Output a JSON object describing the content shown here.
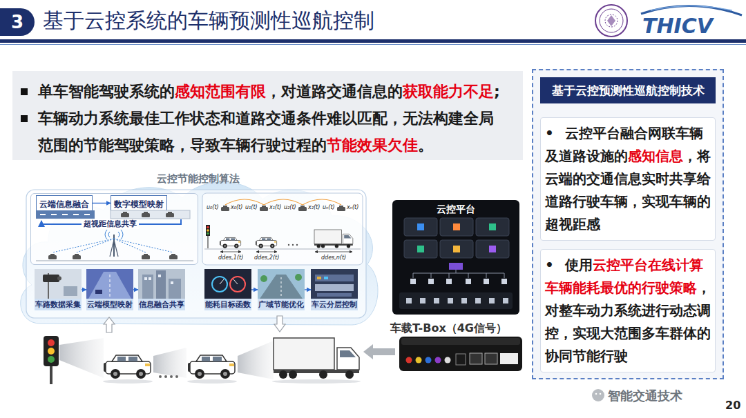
{
  "diagram": {
    "title": "基于云控系统的车辆预测性巡航控制",
    "nodes": [
      {
        "text": [
          "3"
        ]
      },
      {
        "text": [
          "单车智能驾驶系统的",
          "感知范围有限",
          "，对道路交通信息的",
          "获取能力不足",
          ";",
          "车辆动力系统最佳工作状态和道路交通条件难以匹配，无法构建全局范围的节能驾驶策略，导致车辆行驶过程的",
          "节能效果欠佳",
          "。"
        ]
      },
      {
        "text": [
          "基于云控预测性巡航控制技术"
        ]
      },
      {
        "text": [
          "•",
          "云控平台融合网联车辆及道路设施的",
          "感知信息",
          "，将云端的交通信息实时共享给道路行驶车辆，实现车辆的超视距感"
        ],
        "in": 2
      },
      {
        "text": [
          "•",
          "使用",
          "云控平台在线计算车辆能耗最优的行驶策略",
          "，对整车动力系统进行动态调控，实现大范围多车群体的协同节能行驶"
        ],
        "in": 2
      },
      {
        "text": [
          "云控节能控制算法"
        ]
      },
      {
        "text": [
          "超视距信息共享"
        ],
        "in": 5
      },
      {
        "text": [
          "云端信息融合"
        ],
        "in": 6
      },
      {
        "text": [
          "数字模型映射"
        ],
        "in": 6
      },
      {
        "text": [
          "车路数据采集"
        ],
        "in": 5
      },
      {
        "text": [
          "云端模型映射"
        ],
        "in": 5
      },
      {
        "text": [
          "信息融合共享"
        ],
        "in": 5
      },
      {
        "text": [
          "能耗目标函数"
        ],
        "in": 5
      },
      {
        "text": [
          "广域节能优化"
        ],
        "in": 5
      },
      {
        "text": [
          "车云分层控制"
        ],
        "in": 5
      },
      {
        "text": [
          "云控平台"
        ]
      },
      {
        "text": [
          "车载T-Box（4G信号）"
        ]
      }
    ],
    "edges": [
      {
        "from": 7,
        "to": 8,
        "arrow": "to"
      },
      {
        "from": 9,
        "to": 10,
        "arrow": "to"
      },
      {
        "from": 10,
        "to": 11,
        "arrow": "to"
      },
      {
        "from": 12,
        "to": 13,
        "arrow": "to"
      },
      {
        "from": 13,
        "to": 14,
        "arrow": "to"
      }
    ],
    "labels": [
      "THICV",
      "u₀(t)",
      "x₀(t)",
      "u₁(t)",
      "x₁(t)",
      "u₂(t)",
      "x₂(t)",
      "uₙ(t)",
      "xₙ(t)",
      "ddes,1(t)",
      "ddes,2(t)",
      "ddes,n(t)",
      "智能交通技术",
      "20"
    ]
  }
}
